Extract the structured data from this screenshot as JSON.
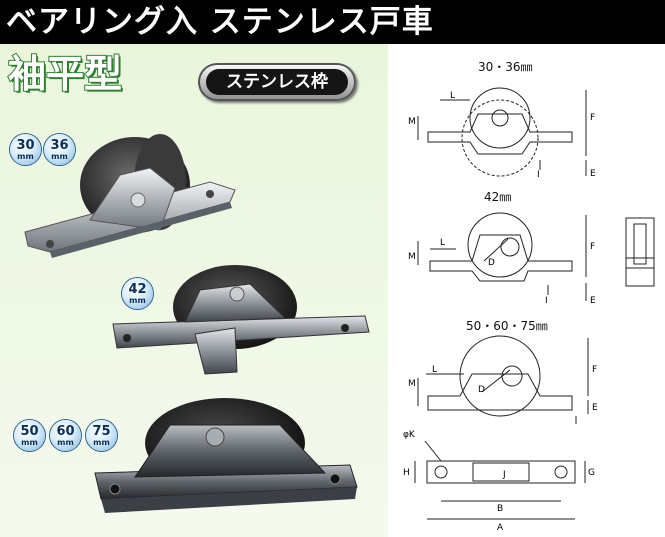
{
  "header": {
    "title": "ベアリング入 ステンレス戸車"
  },
  "product": {
    "name": "袖平型",
    "frame_badge": "ステンレス枠"
  },
  "size_badges": {
    "b30": {
      "number": "30",
      "unit": "mm"
    },
    "b36": {
      "number": "36",
      "unit": "mm"
    },
    "b42": {
      "number": "42",
      "unit": "mm"
    },
    "b50": {
      "number": "50",
      "unit": "mm"
    },
    "b60": {
      "number": "60",
      "unit": "mm"
    },
    "b75": {
      "number": "75",
      "unit": "mm"
    }
  },
  "diagrams": {
    "top_title": "30・36㎜",
    "middle_title": "42㎜",
    "bottom_title": "50・60・75㎜",
    "labels": {
      "L": "L",
      "M": "M",
      "F": "F",
      "E": "E",
      "I": "I",
      "D": "D",
      "phiK": "φK",
      "H": "H",
      "J": "J",
      "G": "G",
      "B": "B",
      "A": "A"
    }
  },
  "colors": {
    "header_bg": "#000000",
    "name_stroke": "#2f7f2f",
    "left_bg": "#eaf5dc",
    "badge_blue": "#7ab5de"
  }
}
